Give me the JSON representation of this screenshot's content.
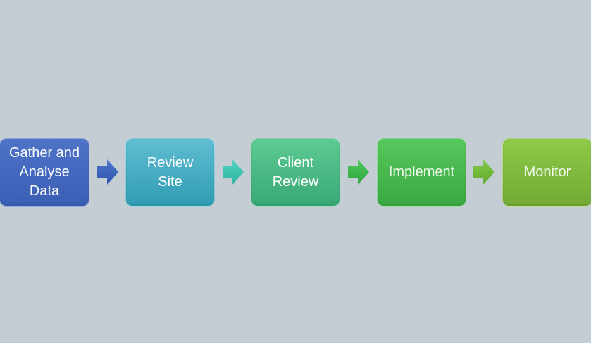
{
  "canvas": {
    "background_color": "#c3cdd3",
    "bottom_strip_color": "#ffffff"
  },
  "diagram": {
    "type": "process-flow",
    "direction": "left-to-right",
    "steps": [
      {
        "label": "Gather and Analyse Data",
        "lines": [
          "Gather and",
          "Analyse",
          "Data"
        ],
        "fill_top": "#4e74c8",
        "fill_bottom": "#3a5eb4",
        "text_color": "#ffffff"
      },
      {
        "label": "Review Site",
        "lines": [
          "Review",
          "Site"
        ],
        "fill_top": "#60bdd2",
        "fill_bottom": "#2f9cb3",
        "text_color": "#ffffff"
      },
      {
        "label": "Client Review",
        "lines": [
          "Client",
          "Review"
        ],
        "fill_top": "#5ecb93",
        "fill_bottom": "#39a876",
        "text_color": "#ffffff"
      },
      {
        "label": "Implement",
        "lines": [
          "Implement"
        ],
        "fill_top": "#57c85d",
        "fill_bottom": "#3aa840",
        "text_color": "#f2faee"
      },
      {
        "label": "Monitor",
        "lines": [
          "Monitor"
        ],
        "fill_top": "#8eca48",
        "fill_bottom": "#72aa34",
        "text_color": "#f2faee"
      }
    ],
    "connectors": [
      {
        "direction": "right",
        "fill_top": "#4b76ca",
        "fill_bottom": "#2f55ae"
      },
      {
        "direction": "right",
        "fill_top": "#52d5c3",
        "fill_bottom": "#2db3a0"
      },
      {
        "direction": "right",
        "fill_top": "#4fca5b",
        "fill_bottom": "#2ea440"
      },
      {
        "direction": "right",
        "fill_top": "#83cb49",
        "fill_bottom": "#5fa92c"
      }
    ]
  }
}
